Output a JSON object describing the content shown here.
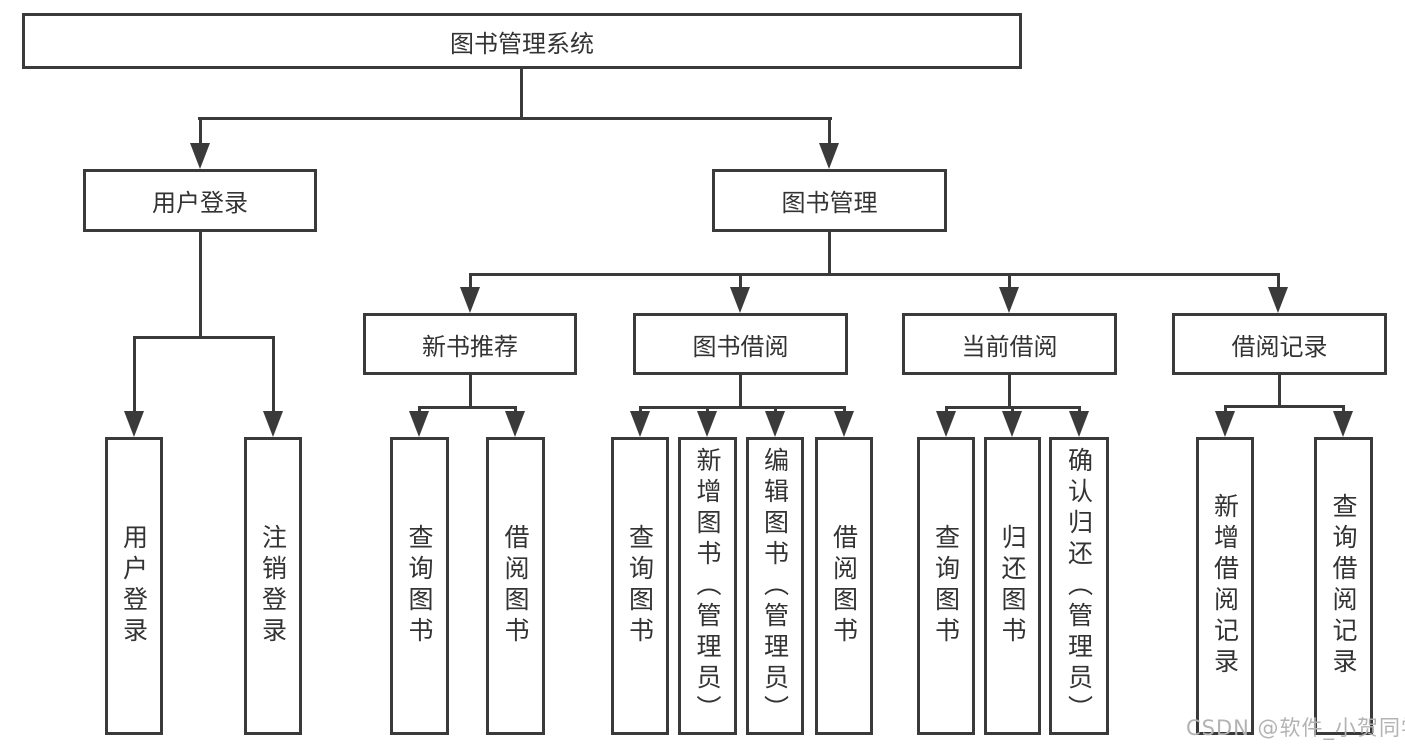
{
  "colors": {
    "line": "#3a3a3a",
    "text": "#333333",
    "watermark_color": "#b3b3b3",
    "background": "#ffffff"
  },
  "tree": {
    "root": {
      "label": "图书管理系统"
    },
    "branches": [
      {
        "label": "用户登录",
        "children": [
          "用户登录",
          "注销登录"
        ]
      },
      {
        "label": "图书管理",
        "children": [
          {
            "label": "新书推荐",
            "children": [
              "查询图书",
              "借阅图书"
            ]
          },
          {
            "label": "图书借阅",
            "children": [
              "查询图书",
              "新增图书（管理员）",
              "编辑图书（管理员）",
              "借阅图书"
            ]
          },
          {
            "label": "当前借阅",
            "children": [
              "查询图书",
              "归还图书",
              "确认归还（管理员）"
            ]
          },
          {
            "label": "借阅记录",
            "children": [
              "新增借阅记录",
              "查询借阅记录"
            ]
          }
        ]
      }
    ]
  },
  "watermark": "CSDN @软件_小贺同学"
}
